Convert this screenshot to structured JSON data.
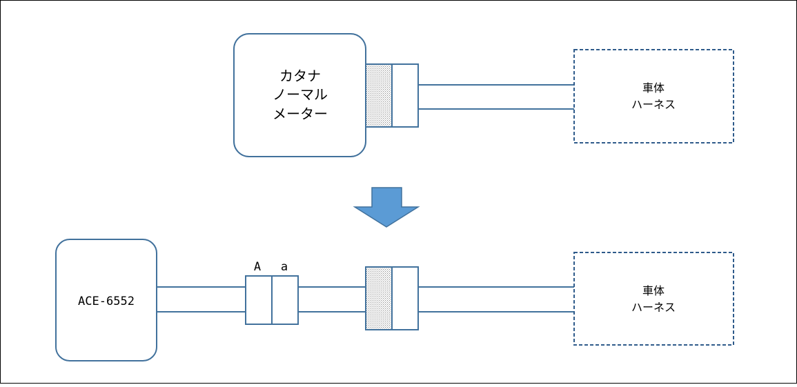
{
  "diagram": {
    "before": {
      "meter_label_lines": [
        "カタナ",
        "ノーマル",
        "メーター"
      ],
      "harness_label_lines": [
        "車体",
        "ハーネス"
      ]
    },
    "after": {
      "meter_label": "ACE-6552",
      "connector_labels": [
        "A",
        "a"
      ],
      "harness_label_lines": [
        "車体",
        "ハーネス"
      ]
    }
  },
  "colors": {
    "box_stroke": "#41719c",
    "dashed_stroke": "#2e5a8a",
    "arrow_fill": "#5b9bd5",
    "arrow_stroke": "#41719c",
    "hatch": "#a6a6a6"
  }
}
